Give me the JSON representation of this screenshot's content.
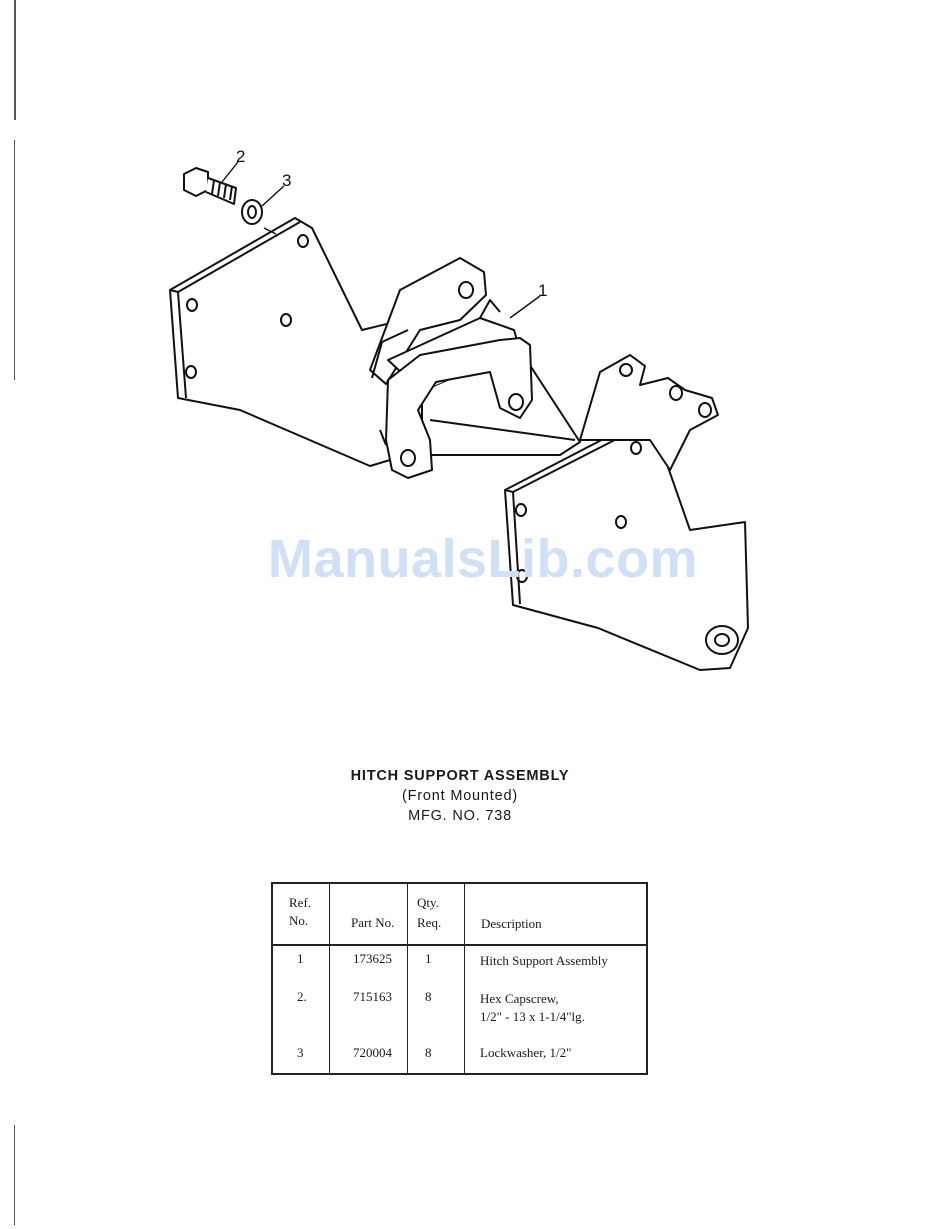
{
  "drawing": {
    "callouts": [
      "2",
      "3",
      "1"
    ]
  },
  "watermark": "ManualsLib.com",
  "titles": {
    "line1": "HITCH SUPPORT ASSEMBLY",
    "line2": "(Front Mounted)",
    "line3": "MFG. NO. 738"
  },
  "table": {
    "headers": {
      "ref_line1": "Ref.",
      "ref_line2": "No.",
      "part": "Part No.",
      "qty_line1": "Qty.",
      "qty_line2": "Req.",
      "desc": "Description"
    },
    "rows": [
      {
        "ref": "1",
        "part": "173625",
        "qty": "1",
        "desc_line1": "Hitch Support Assembly",
        "desc_line2": ""
      },
      {
        "ref": "2.",
        "part": "715163",
        "qty": "8",
        "desc_line1": "Hex Capscrew,",
        "desc_line2": "1/2\" - 13 x 1-1/4\"lg."
      },
      {
        "ref": "3",
        "part": "720004",
        "qty": "8",
        "desc_line1": "Lockwasher, 1/2\"",
        "desc_line2": ""
      }
    ]
  }
}
